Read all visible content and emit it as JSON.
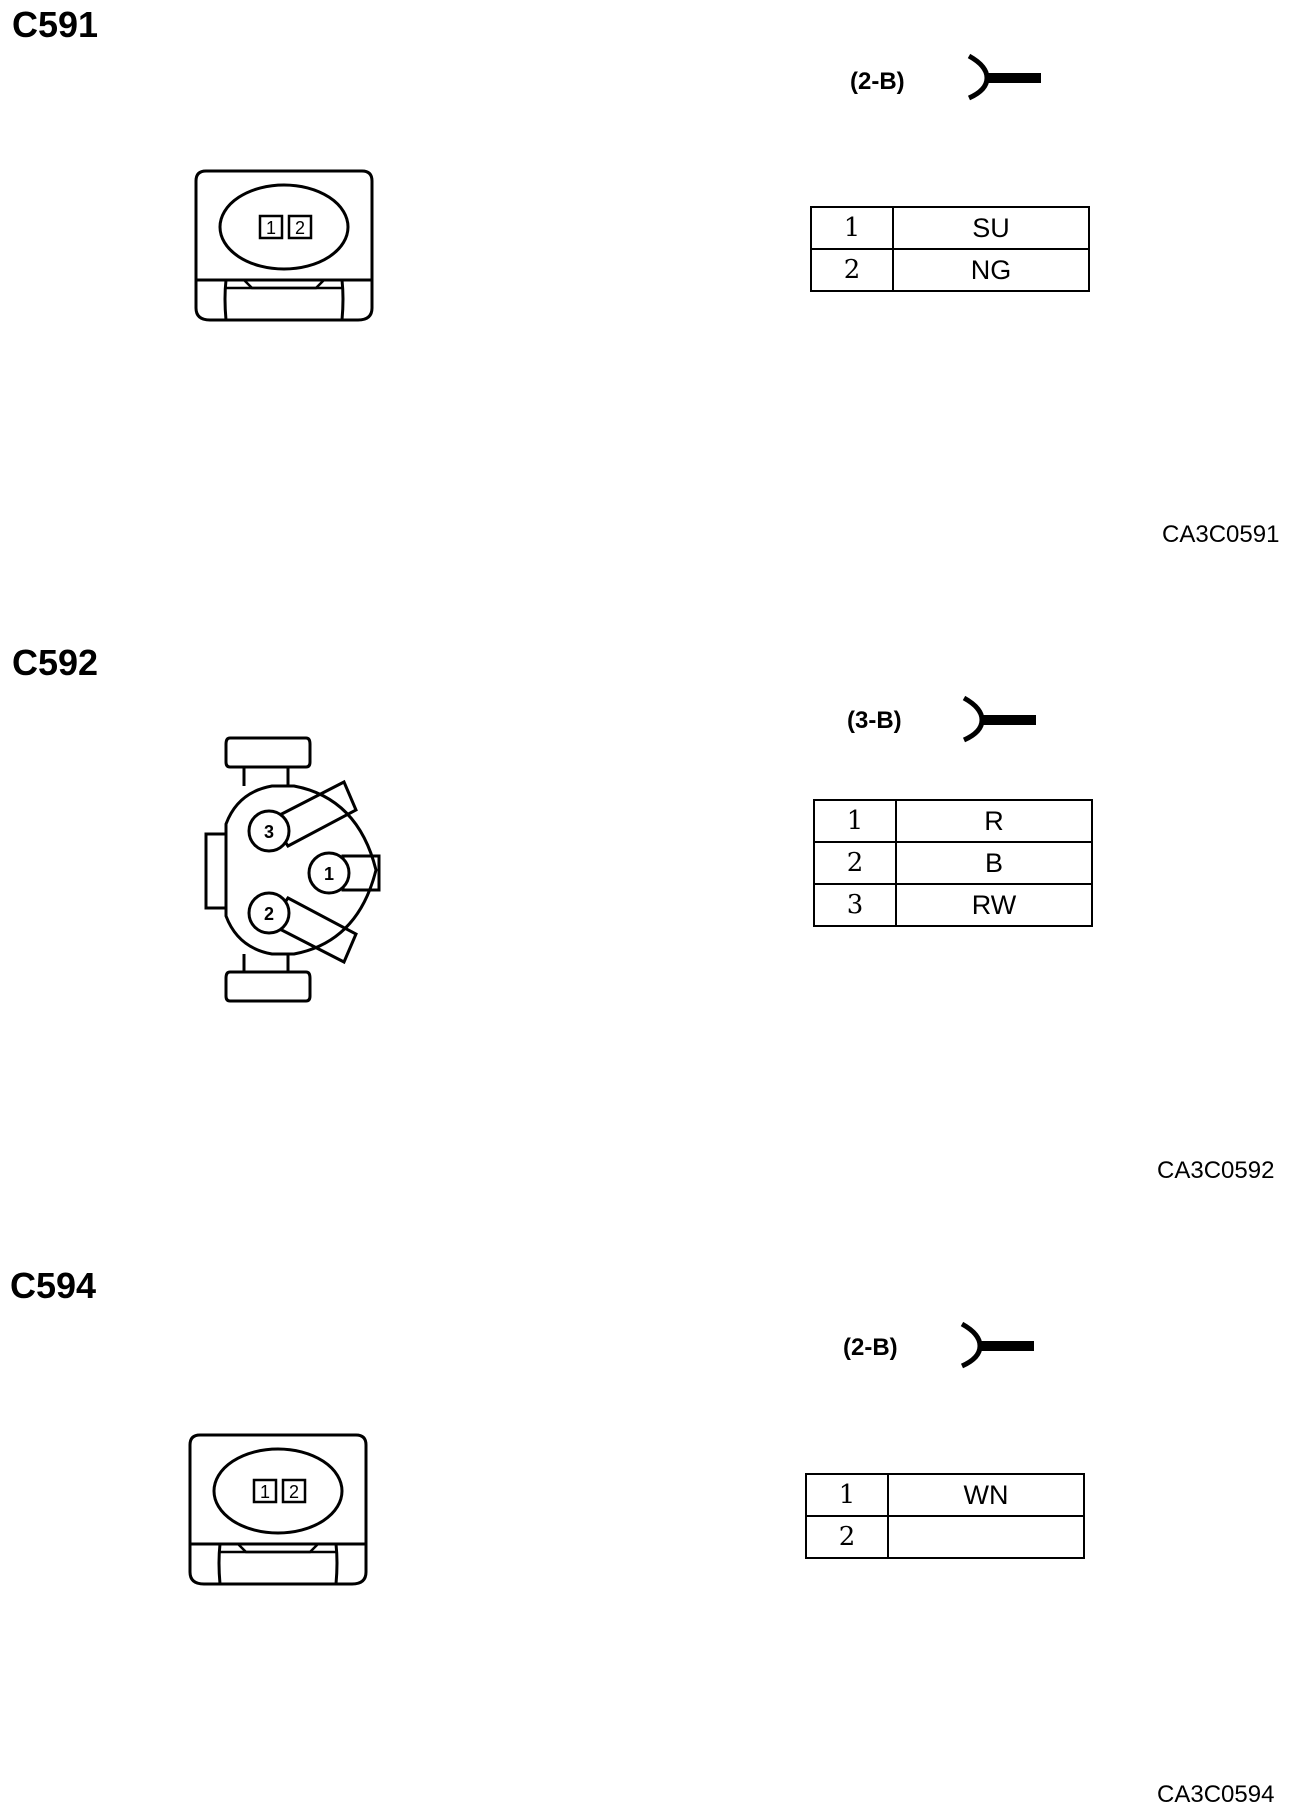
{
  "connectors": [
    {
      "id": "C591",
      "spec": "(2-B)",
      "pins": [
        {
          "num": "1",
          "wire": "SU"
        },
        {
          "num": "2",
          "wire": "NG"
        }
      ],
      "face_pins": [
        "1",
        "2"
      ],
      "ref": "CA3C0591"
    },
    {
      "id": "C592",
      "spec": "(3-B)",
      "pins": [
        {
          "num": "1",
          "wire": "R"
        },
        {
          "num": "2",
          "wire": "B"
        },
        {
          "num": "3",
          "wire": "RW"
        }
      ],
      "face_pins": [
        "1",
        "2",
        "3"
      ],
      "ref": "CA3C0592"
    },
    {
      "id": "C594",
      "spec": "(2-B)",
      "pins": [
        {
          "num": "1",
          "wire": "WN"
        },
        {
          "num": "2",
          "wire": ""
        }
      ],
      "face_pins": [
        "1",
        "2"
      ],
      "ref": "CA3C0594"
    }
  ]
}
